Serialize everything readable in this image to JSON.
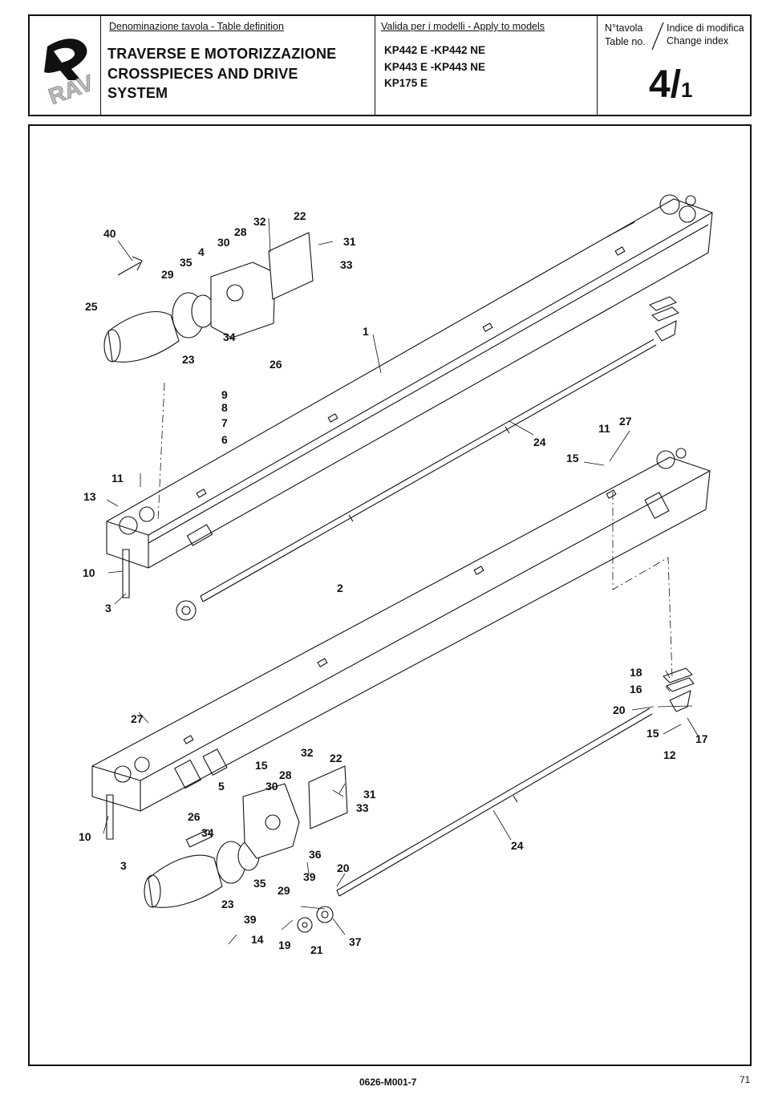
{
  "header": {
    "definition_label": "Denominazione tavola - Table definition",
    "title_lines": [
      "TRAVERSE E MOTORIZZAZIONE",
      "CROSSPIECES AND DRIVE",
      "SYSTEM"
    ],
    "models_label": "Valida per i modelli - Apply to models",
    "models": [
      "KP442 E -KP442 NE",
      "KP443 E -KP443 NE",
      "KP175 E"
    ],
    "table_no_label_it": "N°tavola",
    "table_no_label_en": "Table no.",
    "change_index_label_it": "Indice di modifica",
    "change_index_label_en": "Change index",
    "table_no": "4/",
    "change_index": "1",
    "logo_text": "RAV"
  },
  "diagram": {
    "callouts": [
      "40",
      "28",
      "32",
      "22",
      "30",
      "31",
      "4",
      "33",
      "35",
      "29",
      "25",
      "34",
      "1",
      "23",
      "26",
      "9",
      "8",
      "7",
      "24",
      "6",
      "11",
      "27",
      "15",
      "11",
      "13",
      "10",
      "3",
      "2",
      "18",
      "16",
      "20",
      "17",
      "15",
      "12",
      "27",
      "32",
      "22",
      "15",
      "28",
      "5",
      "30",
      "31",
      "33",
      "26",
      "34",
      "10",
      "36",
      "3",
      "39",
      "24",
      "20",
      "35",
      "29",
      "23",
      "39",
      "14",
      "19",
      "21",
      "37"
    ]
  },
  "footer": {
    "code": "0626-M001-7",
    "page": "71"
  }
}
